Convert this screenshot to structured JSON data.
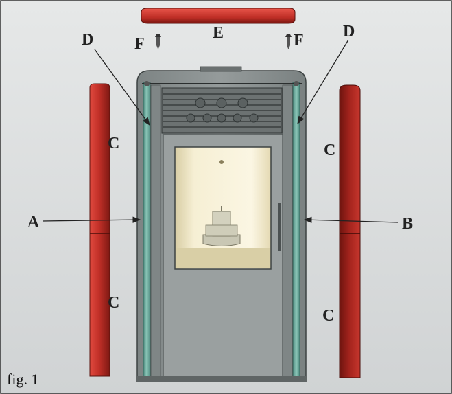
{
  "labels": {
    "a": "A",
    "b": "B",
    "c_left_top": "C",
    "c_left_bottom": "C",
    "c_right_top": "C",
    "c_right_bottom": "C",
    "d_left": "D",
    "d_right": "D",
    "e": "E",
    "f_left": "F",
    "f_right": "F"
  },
  "caption": "fig. 1",
  "colors": {
    "panel_red": "#c0322b",
    "panel_red_dark": "#7a1712",
    "stove_gray": "#8e9494",
    "frame_teal": "#6fa89c",
    "glass": "#efe6c4"
  }
}
